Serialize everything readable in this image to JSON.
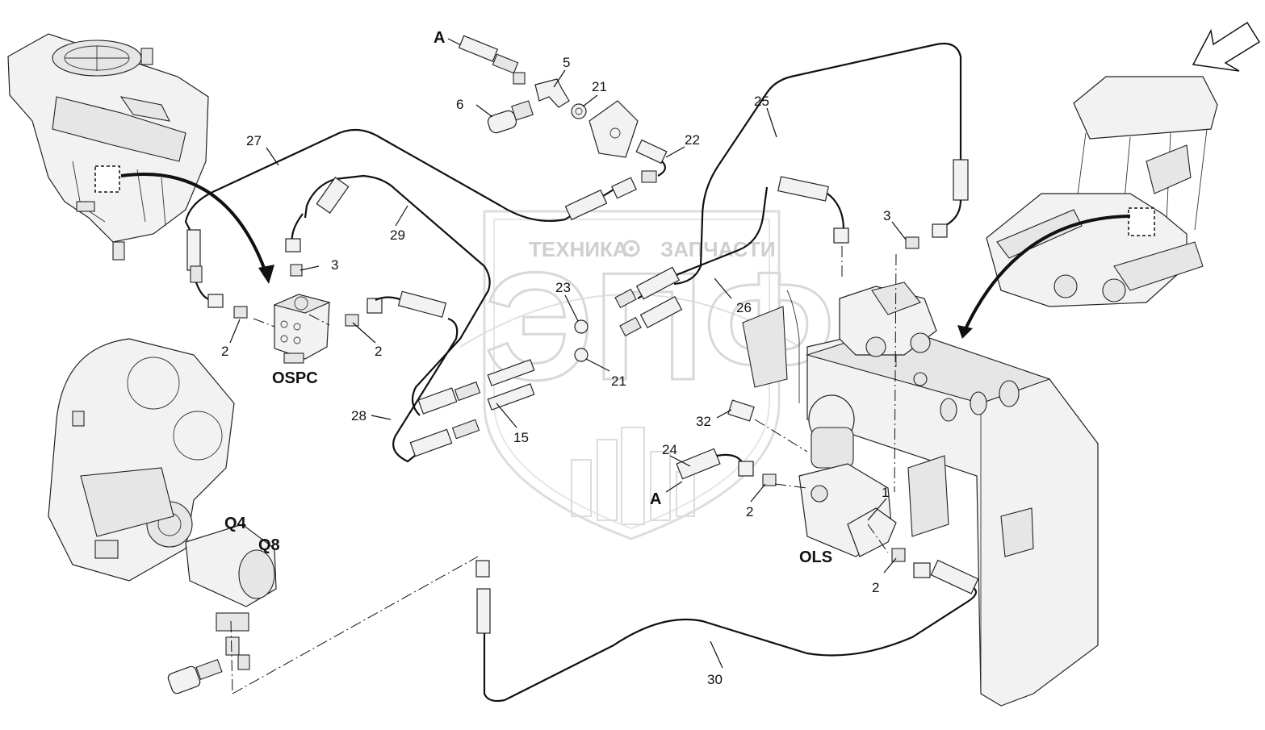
{
  "watermark": {
    "left_text": "ТЕХНИКА",
    "right_text": "ЗАПЧАСТИ",
    "big_text": "ЭПФ"
  },
  "component_labels": {
    "ospc": "OSPC",
    "q4": "Q4",
    "q8": "Q8",
    "ols": "OLS"
  },
  "connection_labels": {
    "a_top": "A",
    "a_bottom": "A"
  },
  "callouts": [
    {
      "id": "c5",
      "text": "5"
    },
    {
      "id": "c21a",
      "text": "21"
    },
    {
      "id": "c6",
      "text": "6"
    },
    {
      "id": "c22",
      "text": "22"
    },
    {
      "id": "c25",
      "text": "25"
    },
    {
      "id": "c27",
      "text": "27"
    },
    {
      "id": "c29",
      "text": "29"
    },
    {
      "id": "c3a",
      "text": "3"
    },
    {
      "id": "c3b",
      "text": "3"
    },
    {
      "id": "c2a",
      "text": "2"
    },
    {
      "id": "c2b",
      "text": "2"
    },
    {
      "id": "c23",
      "text": "23"
    },
    {
      "id": "c26",
      "text": "26"
    },
    {
      "id": "c21b",
      "text": "21"
    },
    {
      "id": "c28",
      "text": "28"
    },
    {
      "id": "c15",
      "text": "15"
    },
    {
      "id": "c32",
      "text": "32"
    },
    {
      "id": "c24",
      "text": "24"
    },
    {
      "id": "c2c",
      "text": "2"
    },
    {
      "id": "c1",
      "text": "1"
    },
    {
      "id": "c2d",
      "text": "2"
    },
    {
      "id": "c30",
      "text": "30"
    }
  ]
}
